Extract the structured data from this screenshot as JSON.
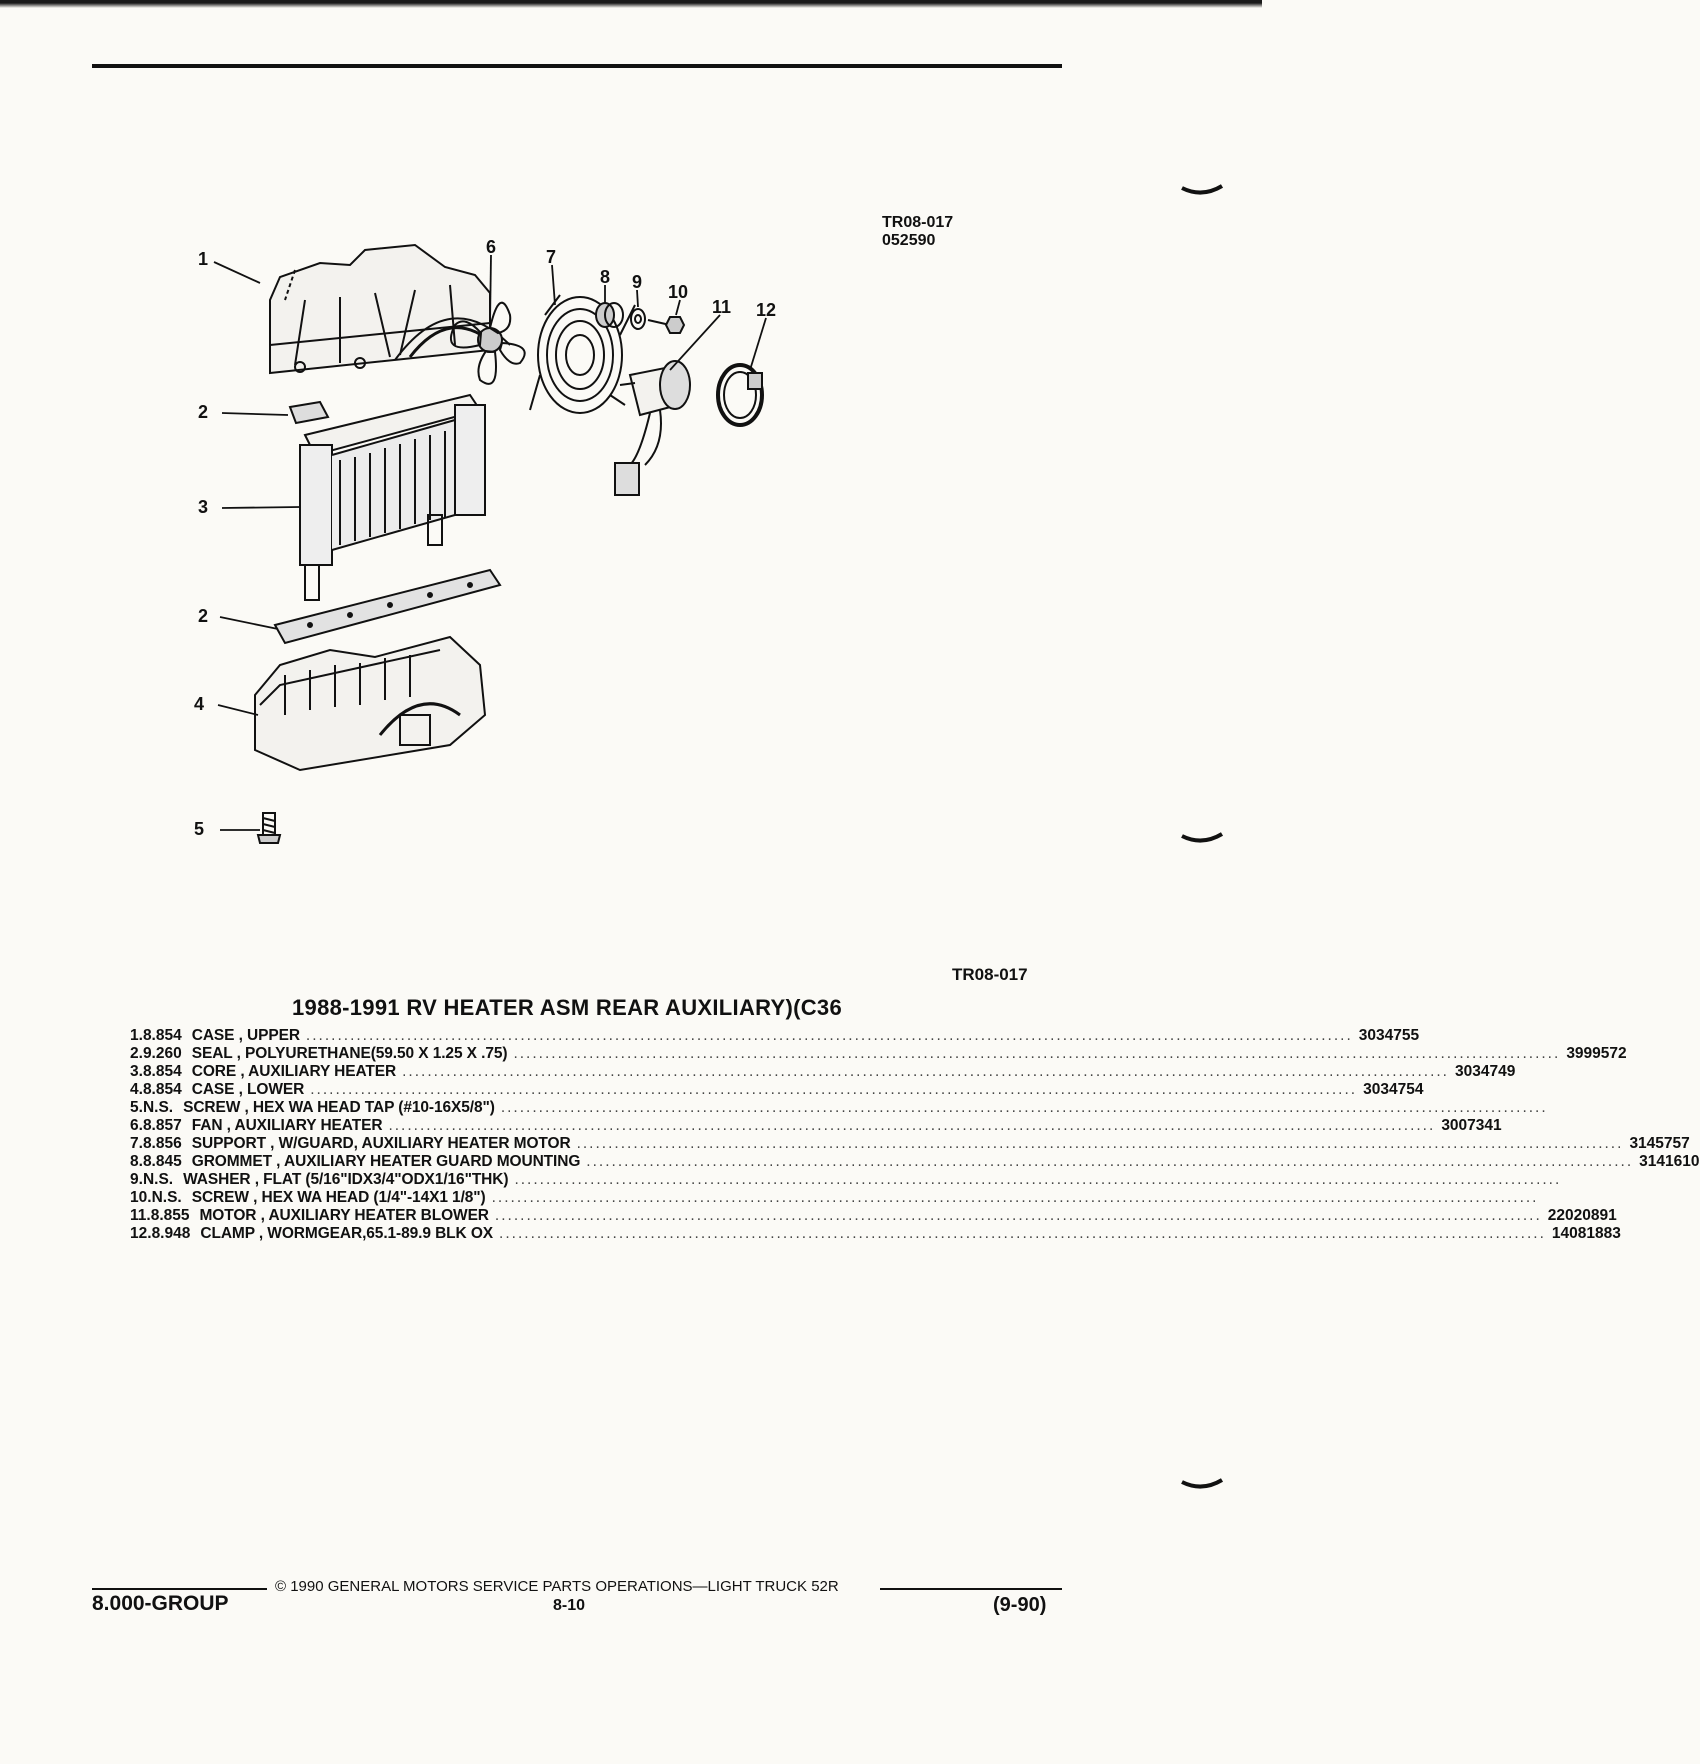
{
  "header": {
    "figure_code": "TR08-017",
    "figure_date": "052590"
  },
  "diagram": {
    "callouts": [
      "1",
      "2",
      "3",
      "2",
      "4",
      "5",
      "6",
      "7",
      "8",
      "9",
      "10",
      "11",
      "12"
    ]
  },
  "figure_code_bottom": "TR08-017",
  "list_title": "1988-1991 RV HEATER ASM REAR AUXILIARY)(C36",
  "parts": [
    {
      "num": "1.",
      "code": "8.854",
      "desc": "CASE , UPPER",
      "pn": "3034755"
    },
    {
      "num": "2.",
      "code": "9.260",
      "desc": "SEAL , POLYURETHANE(59.50 X 1.25 X .75)",
      "pn": "3999572"
    },
    {
      "num": "3.",
      "code": "8.854",
      "desc": "CORE , AUXILIARY HEATER",
      "pn": "3034749"
    },
    {
      "num": "4.",
      "code": "8.854",
      "desc": "CASE , LOWER",
      "pn": "3034754"
    },
    {
      "num": "5.",
      "code": "N.S.",
      "desc": "SCREW , HEX WA HEAD TAP (#10-16X5/8\")",
      "pn": ""
    },
    {
      "num": "6.",
      "code": "8.857",
      "desc": "FAN , AUXILIARY HEATER",
      "pn": "3007341"
    },
    {
      "num": "7.",
      "code": "8.856",
      "desc": "SUPPORT , W/GUARD, AUXILIARY HEATER MOTOR",
      "pn": "3145757"
    },
    {
      "num": "8.",
      "code": "8.845",
      "desc": "GROMMET , AUXILIARY HEATER GUARD MOUNTING",
      "pn": "3141610"
    },
    {
      "num": "9.",
      "code": "N.S.",
      "desc": "WASHER , FLAT (5/16\"IDX3/4\"ODX1/16\"THK)",
      "pn": ""
    },
    {
      "num": "10.",
      "code": "N.S.",
      "desc": "SCREW , HEX WA HEAD (1/4\"-14X1 1/8\")",
      "pn": ""
    },
    {
      "num": "11.",
      "code": "8.855",
      "desc": "MOTOR , AUXILIARY HEATER BLOWER",
      "pn": "22020891"
    },
    {
      "num": "12.",
      "code": "8.948",
      "desc": "CLAMP , WORMGEAR,65.1-89.9 BLK OX",
      "pn": "14081883"
    }
  ],
  "footer": {
    "copyright": "© 1990  GENERAL MOTORS SERVICE PARTS OPERATIONS—LIGHT TRUCK 52R",
    "group": "8.000-GROUP",
    "page": "8-10",
    "date": "(9-90)"
  }
}
